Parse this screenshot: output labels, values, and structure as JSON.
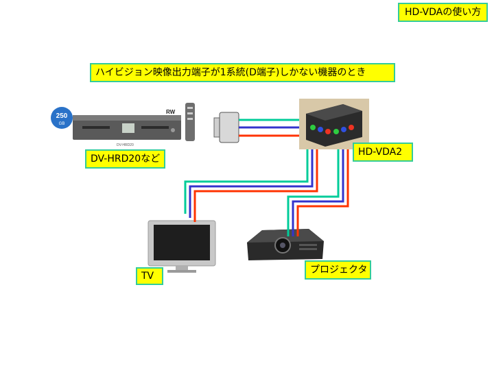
{
  "corner_label": "HD-VDAの使い方",
  "banner": "ハイビジョン映像出力端子が1系統(D端子)しかない機器のとき",
  "devices": {
    "recorder": {
      "label": "DV-HRD20など",
      "badge": "250",
      "badge_unit": "GB",
      "rw_mark": "RW",
      "model_mark": "DV-HRD20"
    },
    "converter": {
      "label": "HD-VDA2"
    },
    "tv": {
      "label": "TV"
    },
    "projector": {
      "label": "プロジェクタ"
    }
  },
  "cable_colors": {
    "green": "#00cc99",
    "blue": "#3333cc",
    "red": "#ff3300"
  }
}
